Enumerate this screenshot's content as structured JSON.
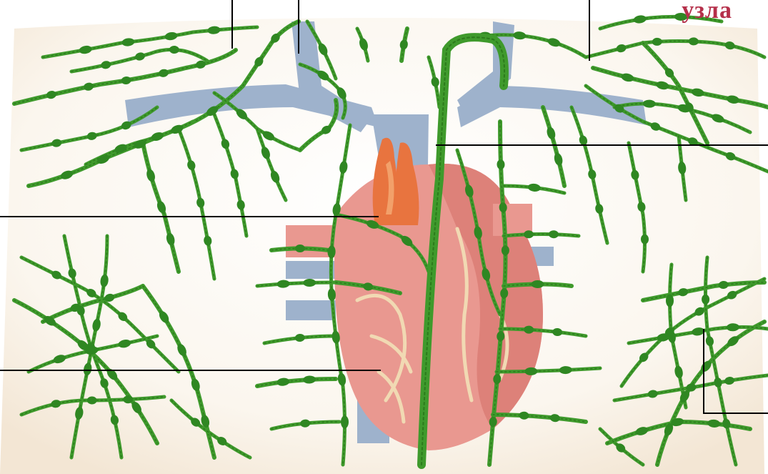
{
  "labels": {
    "corner_label": "узла"
  },
  "colors": {
    "background": "#ffffff",
    "body_tint": "#f7eee2",
    "lymph_vessel": "#3f9a2c",
    "lymph_vessel_dark": "#2c7a1c",
    "lymph_node": "#2f8722",
    "vein": "#9eb2cc",
    "heart": "#e99890",
    "heart_shade": "#dd8179",
    "heart_vessels": "#f1d9b3",
    "thymus": "#e8743f",
    "thymus_light": "#f2a06a",
    "pointer_line": "#000000",
    "label_text": "#b5304a"
  },
  "structures": [
    "body-silhouette",
    "subclavian-vein-left",
    "subclavian-vein-right",
    "superior-vena-cava",
    "heart",
    "thymus",
    "thoracic-duct",
    "lymphatic-network",
    "lymph-nodes"
  ]
}
